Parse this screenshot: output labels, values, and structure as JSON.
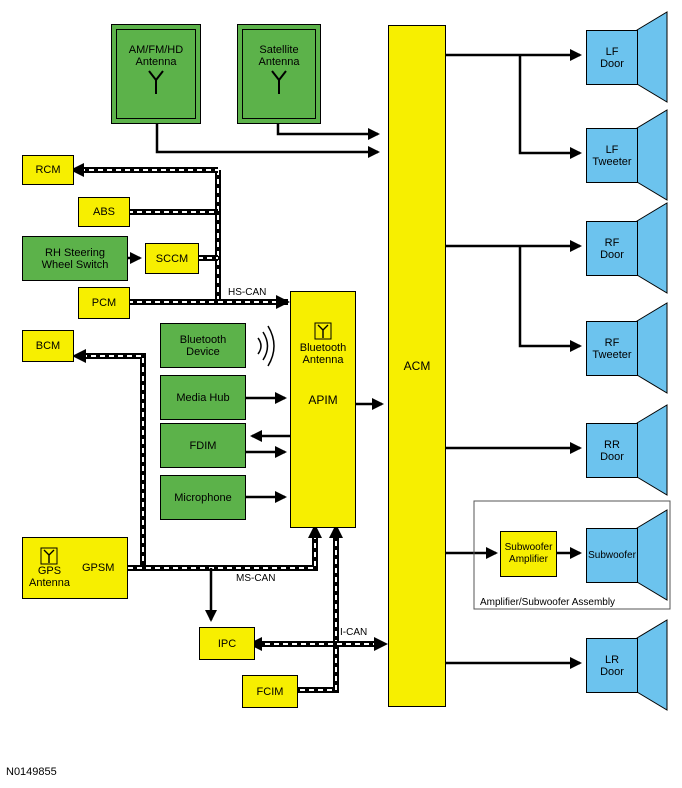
{
  "antennas": {
    "am_fm_hd": "AM/FM/HD\nAntenna",
    "satellite": "Satellite\nAntenna",
    "bluetooth": "Bluetooth\nAntenna",
    "gps": "GPS\nAntenna"
  },
  "modules": {
    "rcm": "RCM",
    "abs": "ABS",
    "rh_steering": "RH Steering\nWheel Switch",
    "sccm": "SCCM",
    "pcm": "PCM",
    "bcm": "BCM",
    "bluetooth_device": "Bluetooth\nDevice",
    "media_hub": "Media Hub",
    "fdim": "FDIM",
    "microphone": "Microphone",
    "apim": "APIM",
    "acm": "ACM",
    "gpsm": "GPSM",
    "ipc": "IPC",
    "fcim": "FCIM",
    "subwoofer_amplifier": "Subwoofer\nAmplifier"
  },
  "speakers": {
    "lf_door": "LF\nDoor",
    "lf_tweeter": "LF\nTweeter",
    "rf_door": "RF\nDoor",
    "rf_tweeter": "RF\nTweeter",
    "rr_door": "RR\nDoor",
    "subwoofer": "Subwoofer",
    "lr_door": "LR\nDoor"
  },
  "buses": {
    "hs_can": "HS-CAN",
    "ms_can": "MS-CAN",
    "i_can": "I-CAN"
  },
  "assembly_label": "Amplifier/Subwoofer Assembly",
  "figure_id": "N0149855",
  "colors": {
    "module_yellow": "#f7ef00",
    "component_green": "#5cb24a",
    "speaker_blue": "#6cc3ee",
    "wire_black": "#000000"
  }
}
